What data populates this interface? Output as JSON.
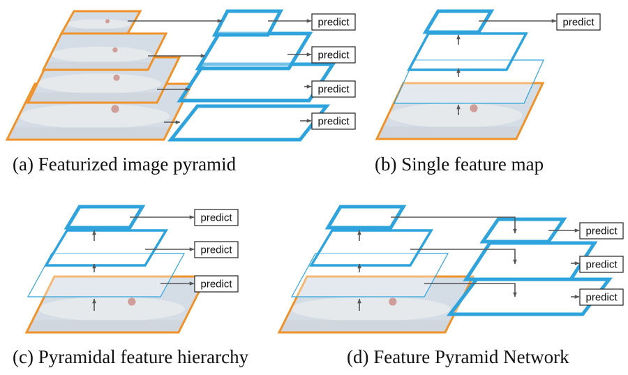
{
  "colors": {
    "feature_blue": "#2fa4dc",
    "image_orange": "#f0922a",
    "arrow_gray": "#555555",
    "photo_sky": "#d4dde6",
    "photo_boat": "#e7e9ec",
    "photo_water": "#cfd6dd",
    "photo_accent": "#c98a86"
  },
  "predict_label": "predict",
  "panels": [
    {
      "id": "a",
      "caption": "(a) Featurized image pyramid"
    },
    {
      "id": "b",
      "caption": "(b) Single feature map"
    },
    {
      "id": "c",
      "caption": "(c) Pyramidal feature hierarchy"
    },
    {
      "id": "d",
      "caption": "(d) Feature Pyramid Network"
    }
  ]
}
